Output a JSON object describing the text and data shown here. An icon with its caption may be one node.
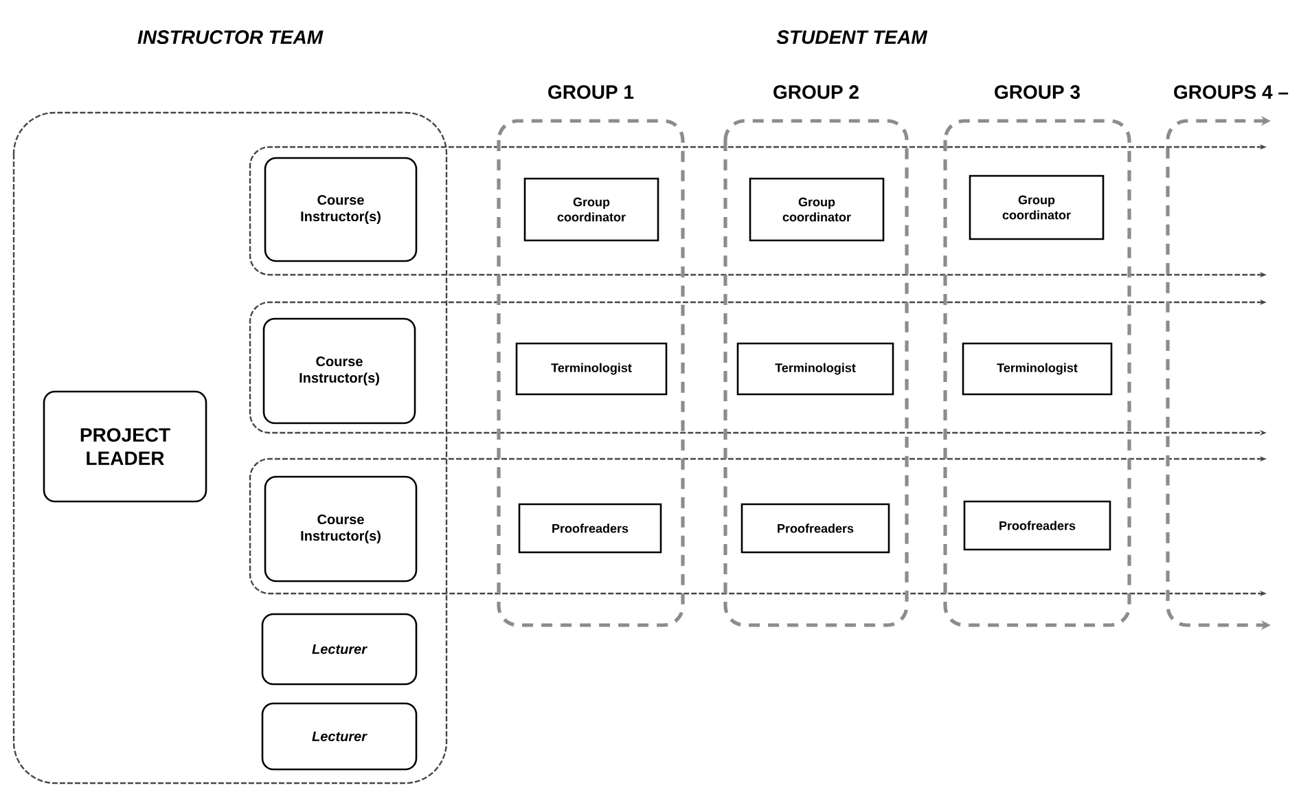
{
  "diagram": {
    "nodes": [
      {
        "text": [
          "INSTRUCTOR TEAM"
        ]
      },
      {
        "text": [
          "PROJECT LEADER"
        ],
        "in": 0
      },
      {
        "text": [],
        "shape": "band"
      },
      {
        "text": [
          "Course Instructor(s)"
        ]
      },
      {
        "text": [],
        "shape": "band"
      },
      {
        "text": [
          "Course Instructor(s)"
        ]
      },
      {
        "text": [],
        "shape": "band"
      },
      {
        "text": [
          "Course Instructor(s)"
        ]
      },
      {
        "text": [
          "Lecturer"
        ],
        "in": 0
      },
      {
        "text": [
          "Lecturer"
        ],
        "in": 0
      },
      {
        "text": [
          "GROUP 1"
        ]
      },
      {
        "text": [
          "Group coordinator"
        ]
      },
      {
        "text": [
          "Terminologist"
        ]
      },
      {
        "text": [
          "Proofreaders"
        ]
      },
      {
        "text": [
          "GROUP 2"
        ]
      },
      {
        "text": [
          "Group coordinator"
        ]
      },
      {
        "text": [
          "Terminologist"
        ]
      },
      {
        "text": [
          "Proofreaders"
        ]
      },
      {
        "text": [
          "GROUP 3"
        ]
      },
      {
        "text": [
          "Group coordinator"
        ]
      },
      {
        "text": [
          "Terminologist"
        ]
      },
      {
        "text": [
          "Proofreaders"
        ]
      },
      {
        "text": [
          "GROUPS 4 –"
        ]
      }
    ],
    "labels": [
      "STUDENT TEAM"
    ]
  }
}
